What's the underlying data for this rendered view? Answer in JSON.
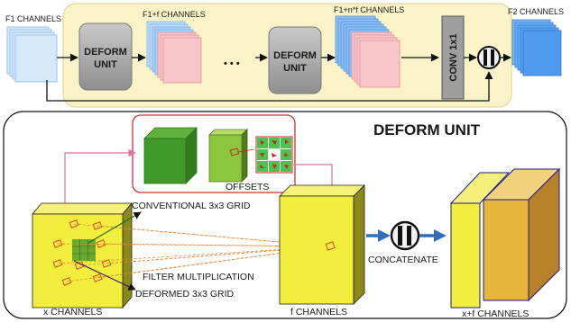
{
  "top": {
    "f1_channels": "F1 CHANNELS",
    "f1_f_channels": "F1+f CHANNELS",
    "f1_nf_channels": "F1+n*f CHANNELS",
    "f2_channels": "F2 CHANNELS",
    "deform_unit_line1": "DEFORM",
    "deform_unit_line2": "UNIT",
    "ellipsis": "• • •",
    "conv": "CONV 1x1"
  },
  "bottom": {
    "title": "DEFORM UNIT",
    "offsets": "OFFSETS",
    "conventional_grid": "CONVENTIONAL 3x3 GRID",
    "filter_multiplication": "FILTER MULTIPLICATION",
    "deformed_grid": "DEFORMED 3x3 GRID",
    "x_channels": "x CHANNELS",
    "f_channels": "f CHANNELS",
    "concatenate": "CONCATENATE",
    "xf_channels": "x+f CHANNELS"
  },
  "colors": {
    "top_panel": "#fbf3c8",
    "blue_stack": "#4f9bf0",
    "pink_stack": "#f8c6c9",
    "unit_box": "#a9a9a9",
    "yellow_map": "#f2ef3c",
    "orange_map": "#e7b53a",
    "green_kernel": "#3f8f2a",
    "arrow_blue": "#2f6fb8",
    "pink_line": "#d9739f"
  }
}
